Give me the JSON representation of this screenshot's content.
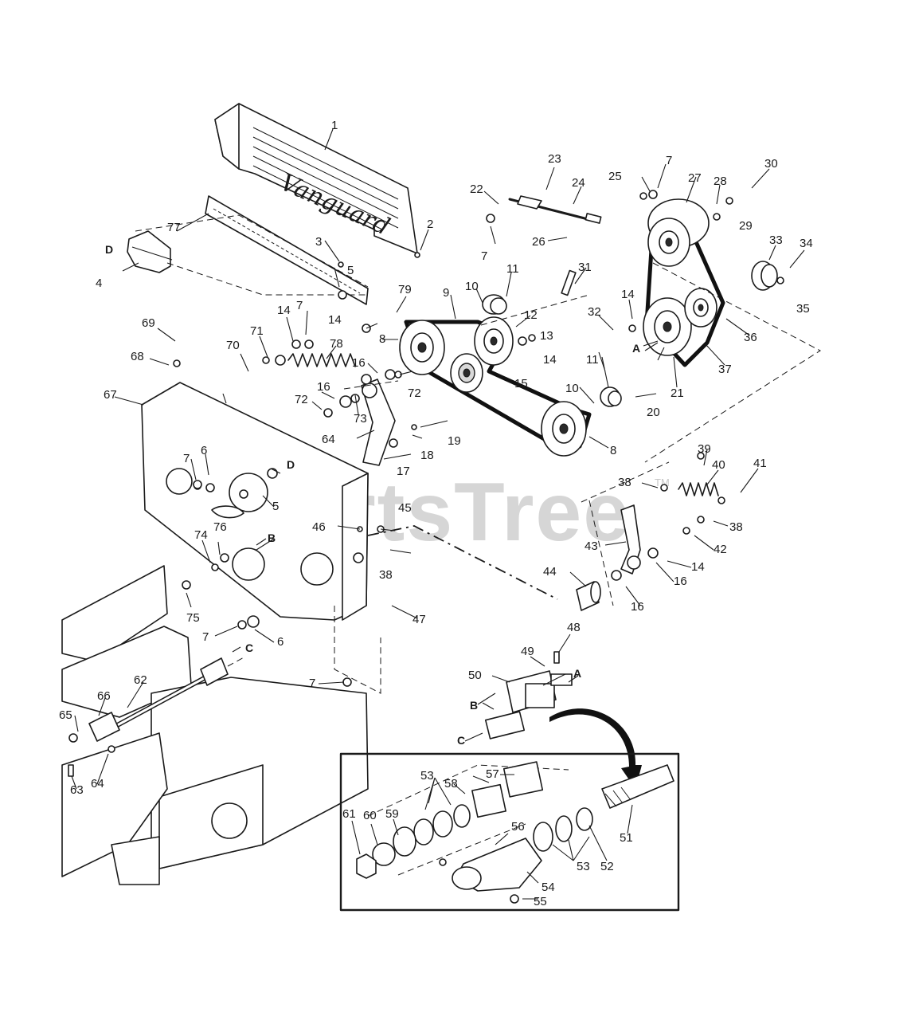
{
  "watermark": {
    "text": "PartsTree",
    "trademark": "TM"
  },
  "screen_logo": "Vanguard",
  "detail_letters": {
    "A": "A",
    "B": "B",
    "C": "C",
    "D": "D"
  },
  "callouts": {
    "n1": "1",
    "n2": "2",
    "n3": "3",
    "n4": "4",
    "n5a": "5",
    "n5b": "5",
    "n6a": "6",
    "n6b": "6",
    "n7a": "7",
    "n7b": "7",
    "n7c": "7",
    "n7d": "7",
    "n7e": "7",
    "n7f": "7",
    "n8a": "8",
    "n8b": "8",
    "n9": "9",
    "n10a": "10",
    "n10b": "10",
    "n11a": "11",
    "n11b": "11",
    "n12": "12",
    "n13": "13",
    "n14a": "14",
    "n14b": "14",
    "n14c": "14",
    "n14d": "14",
    "n14e": "14",
    "n15": "15",
    "n16a": "16",
    "n16b": "16",
    "n16c": "16",
    "n16d": "16",
    "n17": "17",
    "n18": "18",
    "n19": "19",
    "n20": "20",
    "n21": "21",
    "n22": "22",
    "n23": "23",
    "n24": "24",
    "n25": "25",
    "n26": "26",
    "n27": "27",
    "n28": "28",
    "n29": "29",
    "n30": "30",
    "n31": "31",
    "n32": "32",
    "n33": "33",
    "n34": "34",
    "n35": "35",
    "n36": "36",
    "n37": "37",
    "n38a": "38",
    "n38b": "38",
    "n38c": "38",
    "n39": "39",
    "n40": "40",
    "n41": "41",
    "n42": "42",
    "n43": "43",
    "n44": "44",
    "n45": "45",
    "n46": "46",
    "n47": "47",
    "n48": "48",
    "n49": "49",
    "n50": "50",
    "n51": "51",
    "n52": "52",
    "n53a": "53",
    "n53b": "53",
    "n54": "54",
    "n55": "55",
    "n56": "56",
    "n57": "57",
    "n58": "58",
    "n59": "59",
    "n60": "60",
    "n61": "61",
    "n62": "62",
    "n63": "63",
    "n64a": "64",
    "n64b": "64",
    "n65": "65",
    "n66": "66",
    "n67": "67",
    "n68": "68",
    "n69": "69",
    "n70": "70",
    "n71": "71",
    "n72a": "72",
    "n72b": "72",
    "n73": "73",
    "n74": "74",
    "n75": "75",
    "n76": "76",
    "n77": "77",
    "n78": "78",
    "n79": "79"
  }
}
